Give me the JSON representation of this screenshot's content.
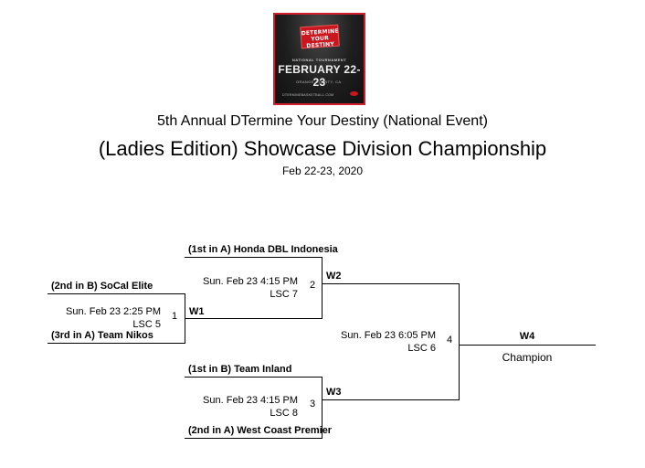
{
  "logo": {
    "stamp_text": "DETERMINE YOUR DESTINY",
    "subtitle": "NATIONAL TOURNAMENT",
    "dates": "FEBRUARY 22-23",
    "location": "ORANGE COUNTY, CA.",
    "website": "DTERMINEBASKETBALL.COM"
  },
  "header": {
    "event_title": "5th Annual DTermine Your Destiny (National Event)",
    "division_title": "(Ladies Edition) Showcase Division Championship",
    "date_range": "Feb 22-23, 2020"
  },
  "bracket": {
    "game1": {
      "team_top": "(2nd in B) SoCal Elite",
      "team_bottom": "(3rd in A) Team Nikos",
      "time": "Sun. Feb 23 2:25 PM",
      "court": "LSC 5",
      "number": "1",
      "winner_label": "W1"
    },
    "game2": {
      "team_top": "(1st in A) Honda DBL Indonesia",
      "time": "Sun. Feb 23 4:15 PM",
      "court": "LSC 7",
      "number": "2",
      "winner_label": "W2"
    },
    "game3": {
      "team_top": "(1st in B) Team Inland",
      "team_bottom": "(2nd in A) West Coast Premier",
      "time": "Sun. Feb 23 4:15 PM",
      "court": "LSC 8",
      "number": "3",
      "winner_label": "W3"
    },
    "game4": {
      "time": "Sun. Feb 23 6:05 PM",
      "court": "LSC 6",
      "number": "4",
      "winner_label": "W4"
    },
    "champion_label": "Champion"
  }
}
